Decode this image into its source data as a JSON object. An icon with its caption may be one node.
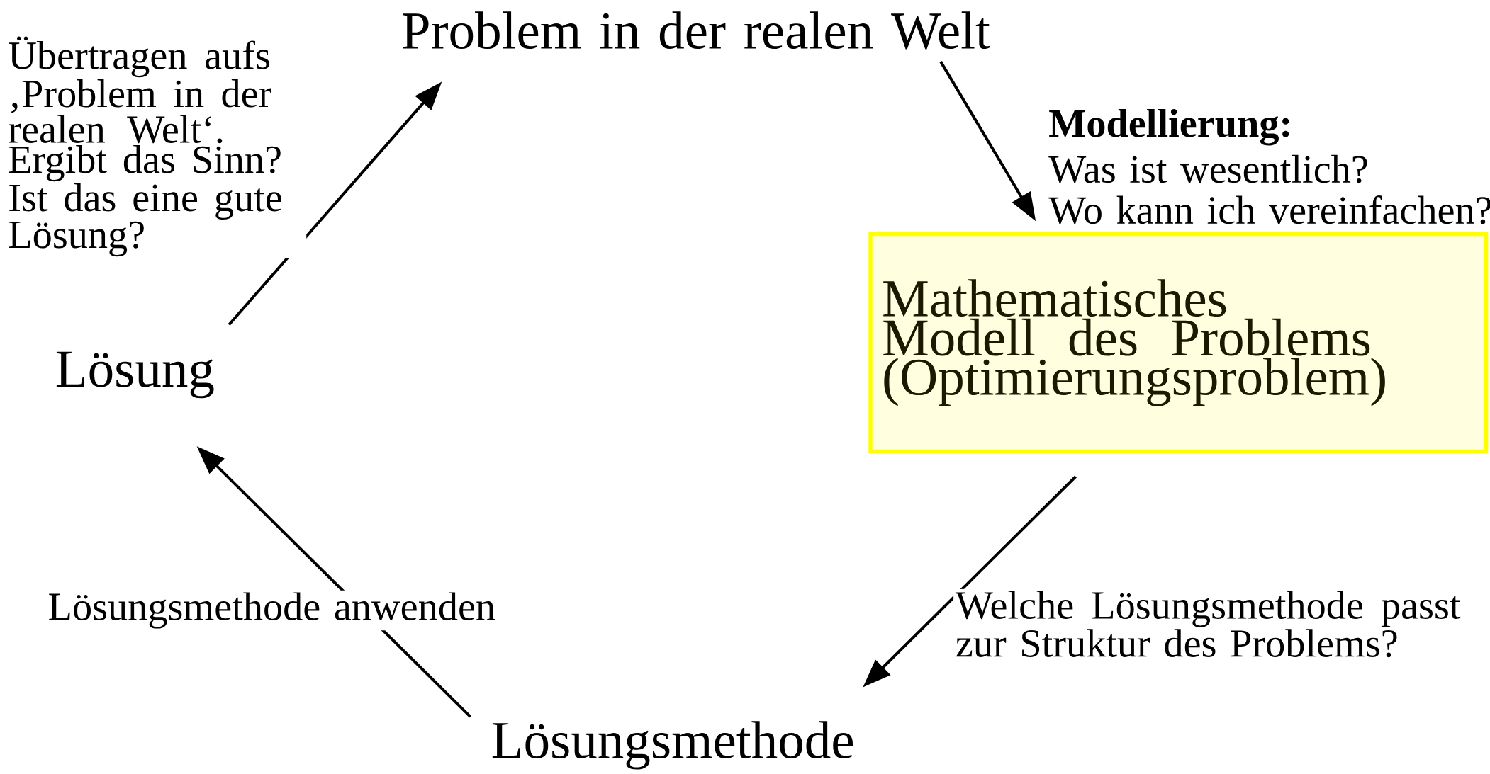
{
  "diagram": {
    "nodes": [
      {
        "text": [
          "Problem in der realen Welt"
        ]
      },
      {
        "text": [
          "Mathematisches Modell des Problems (Optimierungsproblem)"
        ]
      },
      {
        "text": [
          "Lösungsmethode"
        ]
      },
      {
        "text": [
          "Lösung"
        ]
      }
    ],
    "edges": [
      {
        "from": 0,
        "to": 1,
        "arrow": "to",
        "label": "Modellierung:"
      },
      {
        "from": 1,
        "to": 2,
        "arrow": "to",
        "label": "Welche Lösungsmethode passt zur Struktur des Problems?"
      },
      {
        "from": 2,
        "to": 3,
        "arrow": "to",
        "label": "Lösungsmethode anwenden"
      },
      {
        "from": 3,
        "to": 0,
        "arrow": "to",
        "label": "Übertragen aufs ‚Problem in der realen Welt‘. Ergibt das Sinn? Ist das eine gute Lösung?"
      }
    ],
    "labels": [
      "Was ist wesentlich?",
      "Wo kann ich vereinfachen?"
    ]
  }
}
